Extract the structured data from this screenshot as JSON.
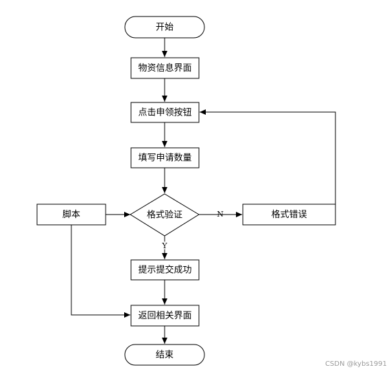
{
  "flowchart": {
    "nodes": {
      "start": "开始",
      "material_info": "物资信息界面",
      "click_apply": "点击申领按钮",
      "fill_quantity": "填写申请数量",
      "format_check": "格式验证",
      "format_error": "格式错误",
      "script": "脚本",
      "submit_success": "提示提交成功",
      "return_page": "返回相关界面",
      "end": "结束"
    },
    "edge_labels": {
      "no": "N",
      "yes": "Y"
    }
  },
  "watermark": "CSDN @kybs1991"
}
